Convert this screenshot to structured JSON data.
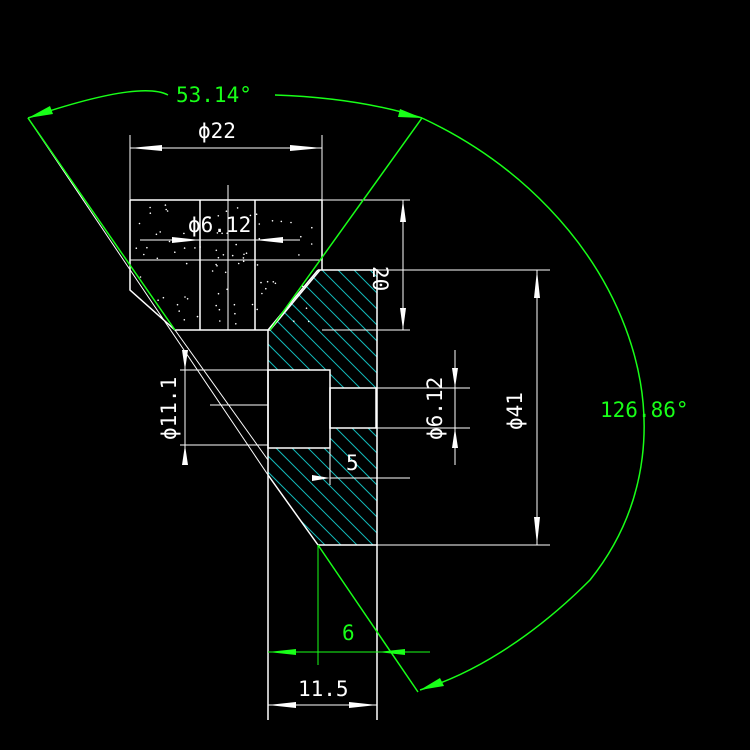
{
  "drawing": {
    "background_color": "#000000",
    "line_color": "#ffffff",
    "dimension_color": "#18ff18",
    "section_hatch_color": "#14b8b8"
  },
  "dimensions": {
    "angle_top": "53.14°",
    "angle_right": "126.86°",
    "dia_22": "ϕ22",
    "dia_6_12_top": "ϕ6.12",
    "length_20": "20",
    "dia_11_1": "ϕ11.1",
    "dia_6_12_right": "ϕ6.12",
    "dia_41": "ϕ41",
    "length_5": "5",
    "length_6": "6",
    "length_11_5": "11.5"
  }
}
